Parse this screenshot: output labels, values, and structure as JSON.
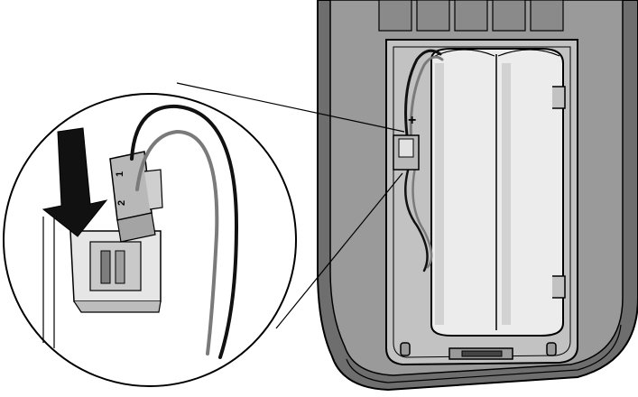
{
  "diagram": {
    "connector_top_label": "1",
    "connector_bottom_label": "2",
    "polarity_symbol": "+",
    "icons": [
      "arrow-down-icon",
      "battery-pack",
      "battery-connector",
      "handset-body",
      "magnifier-callout"
    ],
    "colors": {
      "outline": "#000000",
      "handset_body": "#9a9a9a",
      "handset_rim": "#6e6e6e",
      "compartment": "#c2c2c2",
      "battery": "#ececec",
      "wire_black": "#111111",
      "wire_grey": "#7a7a7a",
      "connector": "#b8b8b8",
      "arrow": "#111111"
    }
  }
}
